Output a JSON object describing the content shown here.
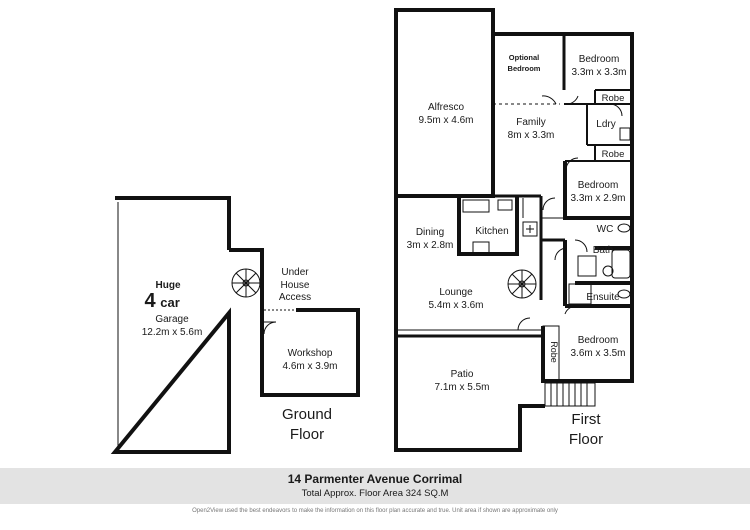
{
  "ground_floor": {
    "garage": {
      "badge_top": "Huge",
      "badge_num": "4",
      "badge_unit": "car",
      "name": "Garage",
      "dims": "12.2m x 5.6m"
    },
    "under_house": {
      "line1": "Under",
      "line2": "House",
      "line3": "Access"
    },
    "workshop": {
      "name": "Workshop",
      "dims": "4.6m x 3.9m"
    },
    "floor_label": {
      "line1": "Ground",
      "line2": "Floor"
    }
  },
  "first_floor": {
    "alfresco": {
      "name": "Alfresco",
      "dims": "9.5m x 4.6m"
    },
    "optional_bedroom": {
      "line1": "Optional",
      "line2": "Bedroom"
    },
    "bedroom1": {
      "name": "Bedroom",
      "dims": "3.3m x 3.3m"
    },
    "robe1": "Robe",
    "family": {
      "name": "Family",
      "dims": "8m x 3.3m"
    },
    "laundry": "Ldry",
    "robe2": "Robe",
    "bedroom2": {
      "name": "Bedroom",
      "dims": "3.3m x 2.9m"
    },
    "dining": {
      "name": "Dining",
      "dims": "3m x 2.8m"
    },
    "kitchen": "Kitchen",
    "wc": "WC",
    "bath": "Bath",
    "lounge": {
      "name": "Lounge",
      "dims": "5.4m x 3.6m"
    },
    "ensuite": "Ensuite",
    "robe3": "Robe",
    "bedroom3": {
      "name": "Bedroom",
      "dims": "3.6m x 3.5m"
    },
    "patio": {
      "name": "Patio",
      "dims": "7.1m x 5.5m"
    },
    "floor_label": {
      "line1": "First",
      "line2": "Floor"
    }
  },
  "footer": {
    "address": "14 Parmenter Avenue Corrimal",
    "area": "Total Approx. Floor Area 324 SQ.M",
    "disclaimer": "Open2View used the best endeavors to make the information on this floor plan accurate and true. Unit area if shown are approximate only"
  }
}
